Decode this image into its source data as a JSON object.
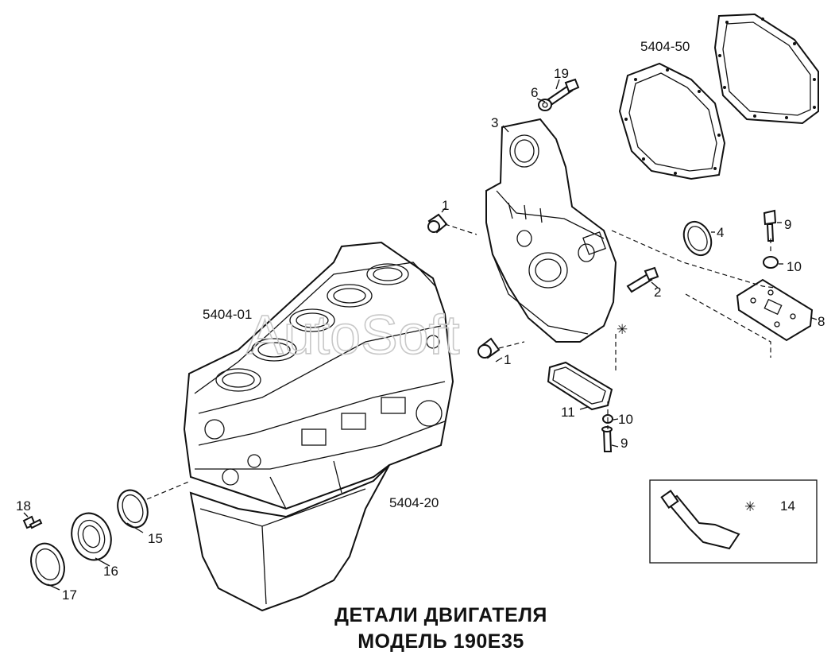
{
  "title": {
    "line1": "ДЕТАЛИ ДВИГАТЕЛЯ",
    "line2": "МОДЕЛЬ 190Е35"
  },
  "watermark": "AutoSoft",
  "groups": {
    "g_5404_01": "5404-01",
    "g_5404_20": "5404-20",
    "g_5404_50": "5404-50"
  },
  "callouts": {
    "c1a": "1",
    "c1b": "1",
    "c2": "2",
    "c3": "3",
    "c4": "4",
    "c6": "6",
    "c8": "8",
    "c9a": "9",
    "c9b": "9",
    "c10a": "10",
    "c10b": "10",
    "c11": "11",
    "c14": "14",
    "c15": "15",
    "c16": "16",
    "c17": "17",
    "c18": "18",
    "c19": "19"
  },
  "sealant_mark": "✳"
}
